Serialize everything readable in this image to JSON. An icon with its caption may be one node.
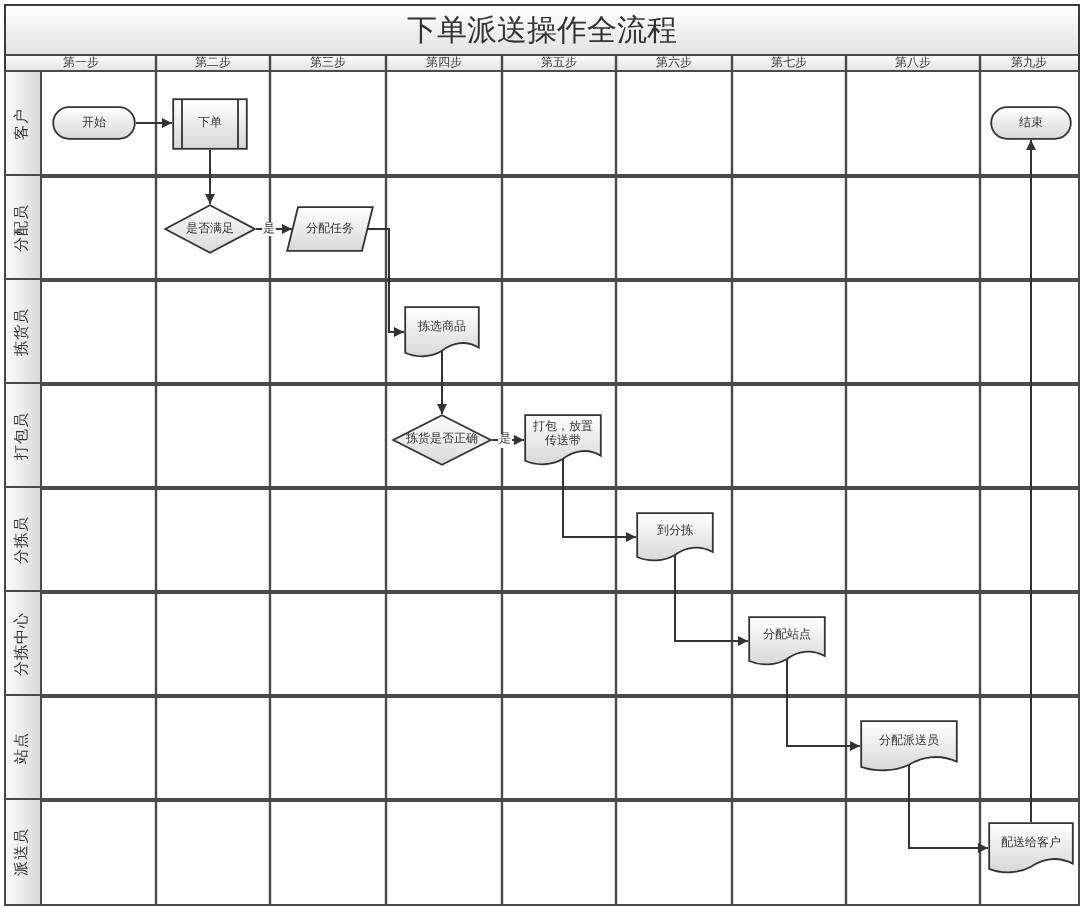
{
  "diagram": {
    "title": "下单派送操作全流程",
    "nodes": [
      {
        "text": [
          "客户"
        ]
      },
      {
        "text": [
          "开始"
        ],
        "in": 0
      },
      {
        "text": [
          "下单"
        ],
        "in": 0
      },
      {
        "text": [
          "结束"
        ],
        "in": 0
      },
      {
        "text": [
          "分配员"
        ]
      },
      {
        "text": [
          "是否满足"
        ],
        "in": 4
      },
      {
        "text": [
          "分配任务"
        ],
        "in": 4
      },
      {
        "text": [
          "拣货员"
        ]
      },
      {
        "text": [
          "拣选商品"
        ],
        "in": 7
      },
      {
        "text": [
          "打包员"
        ]
      },
      {
        "text": [
          "拣货是否正确"
        ],
        "in": 9
      },
      {
        "text": [
          "打包，放置传送带"
        ],
        "in": 9
      },
      {
        "text": [
          "分拣员"
        ]
      },
      {
        "text": [
          "到分拣"
        ],
        "in": 12
      },
      {
        "text": [
          "分拣中心"
        ]
      },
      {
        "text": [
          "分配站点"
        ],
        "in": 14
      },
      {
        "text": [
          "站点"
        ]
      },
      {
        "text": [
          "分配派送员"
        ],
        "in": 16
      },
      {
        "text": [
          "派送员"
        ]
      },
      {
        "text": [
          "配送给客户"
        ],
        "in": 18
      }
    ],
    "edges": [
      {
        "from": 1,
        "to": 2,
        "arrow": "to"
      },
      {
        "from": 2,
        "to": 5,
        "arrow": "to"
      },
      {
        "from": 5,
        "to": 6,
        "arrow": "to",
        "label": "是"
      },
      {
        "from": 6,
        "to": 8,
        "arrow": "to"
      },
      {
        "from": 8,
        "to": 10,
        "arrow": "to"
      },
      {
        "from": 10,
        "to": 11,
        "arrow": "to",
        "label": "是"
      },
      {
        "from": 11,
        "to": 13,
        "arrow": "to"
      },
      {
        "from": 13,
        "to": 15,
        "arrow": "to"
      },
      {
        "from": 15,
        "to": 17,
        "arrow": "to"
      },
      {
        "from": 17,
        "to": 19,
        "arrow": "to"
      },
      {
        "from": 19,
        "to": 3,
        "arrow": "to"
      }
    ],
    "labels": [
      "第一步",
      "第二步",
      "第三步",
      "第四步",
      "第五步",
      "第六步",
      "第七步",
      "第八步",
      "第九步"
    ]
  }
}
